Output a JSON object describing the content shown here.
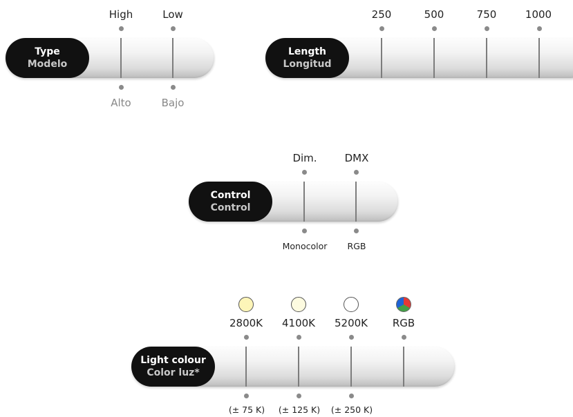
{
  "type_bar": {
    "line1": "Type",
    "line2": "Modelo",
    "top_labels": [
      "High",
      "Low"
    ],
    "bottom_labels": [
      "Alto",
      "Bajo"
    ]
  },
  "length_bar": {
    "line1": "Length",
    "line2": "Longitud",
    "top_labels": [
      "250",
      "500",
      "750",
      "1000"
    ]
  },
  "control_bar": {
    "line1": "Control",
    "line2": "Control",
    "top_labels": [
      "Dim.",
      "DMX"
    ],
    "bottom_labels": [
      "Monocolor",
      "RGB"
    ]
  },
  "light_bar": {
    "line1": "Light colour",
    "line2": "Color luz*",
    "top_labels": [
      "2800K",
      "4100K",
      "5200K",
      "RGB"
    ],
    "bottom_labels": [
      "(± 75 K)",
      "(± 125 K)",
      "(± 250 K)"
    ],
    "swatch_colors": [
      "#fdf5b8",
      "#fdfbe0",
      "#ffffff",
      "rgb"
    ]
  }
}
